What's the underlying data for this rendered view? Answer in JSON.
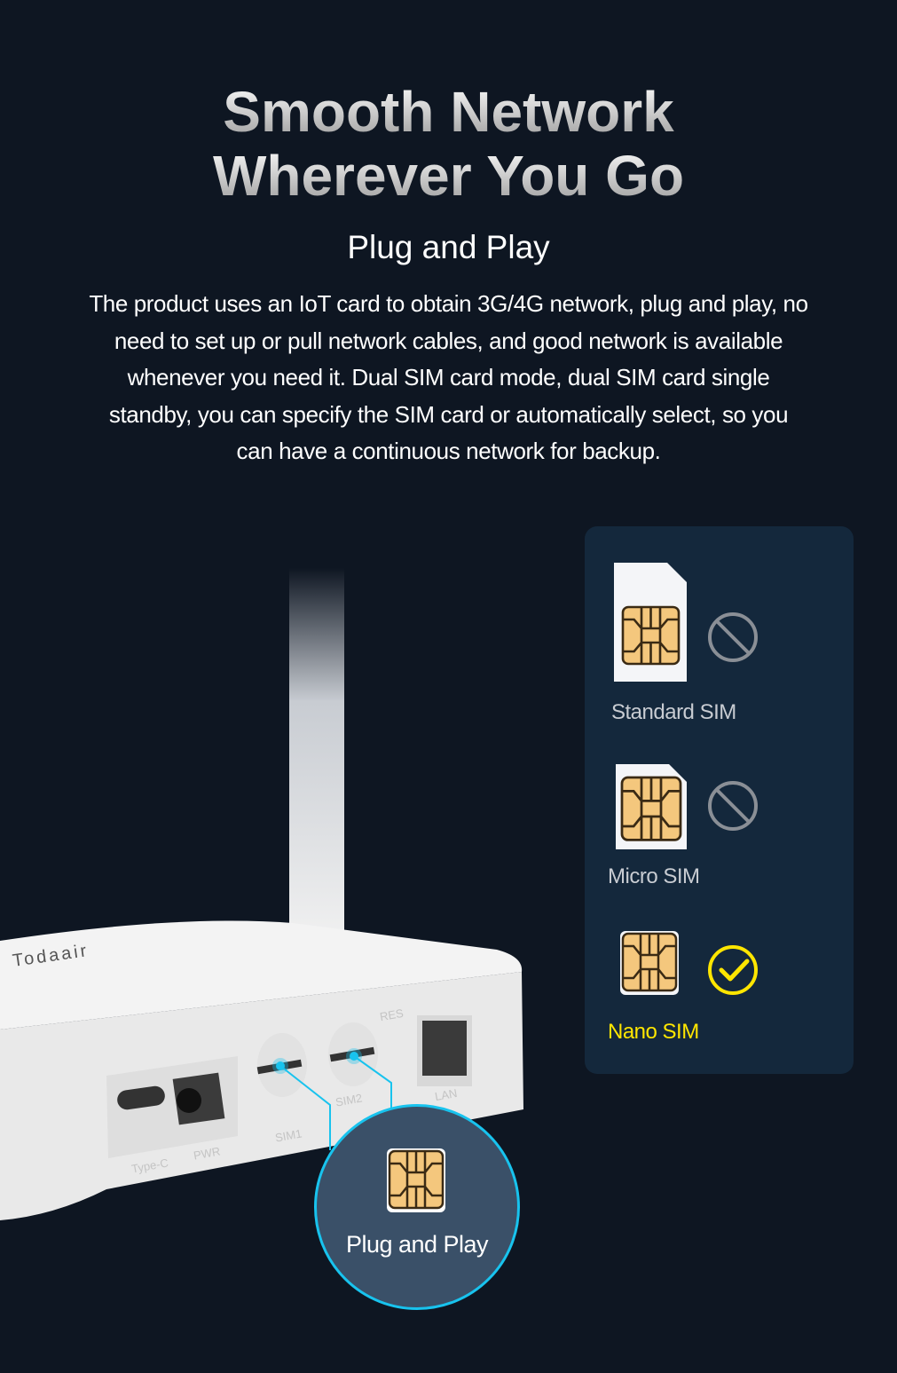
{
  "header": {
    "title_line1": "Smooth Network",
    "title_line2": "Wherever You Go",
    "subtitle": "Plug and Play",
    "description": "The product uses an IoT card to obtain 3G/4G network, plug and play, no need to set up or pull network cables, and good network is available whenever you need it. Dual SIM card mode, dual SIM card single standby, you can specify the SIM card or automatically select, so you can have a continuous network for backup."
  },
  "sim_panel": {
    "items": [
      {
        "label": "Standard SIM",
        "status_icon": "prohibited-icon",
        "supported": false
      },
      {
        "label": "Micro SIM",
        "status_icon": "prohibited-icon",
        "supported": false
      },
      {
        "label": "Nano SIM",
        "status_icon": "check-circle-icon",
        "supported": true
      }
    ],
    "colors": {
      "supported": "#ffe600",
      "unsupported": "#8a8f96",
      "chip": "#f4c77d"
    }
  },
  "router": {
    "brand": "Todaair",
    "ports": [
      "Type-C",
      "PWR",
      "SIM1",
      "SIM2",
      "RES",
      "LAN"
    ]
  },
  "callout": {
    "label": "Plug and Play",
    "accent": "#18c3ee"
  }
}
